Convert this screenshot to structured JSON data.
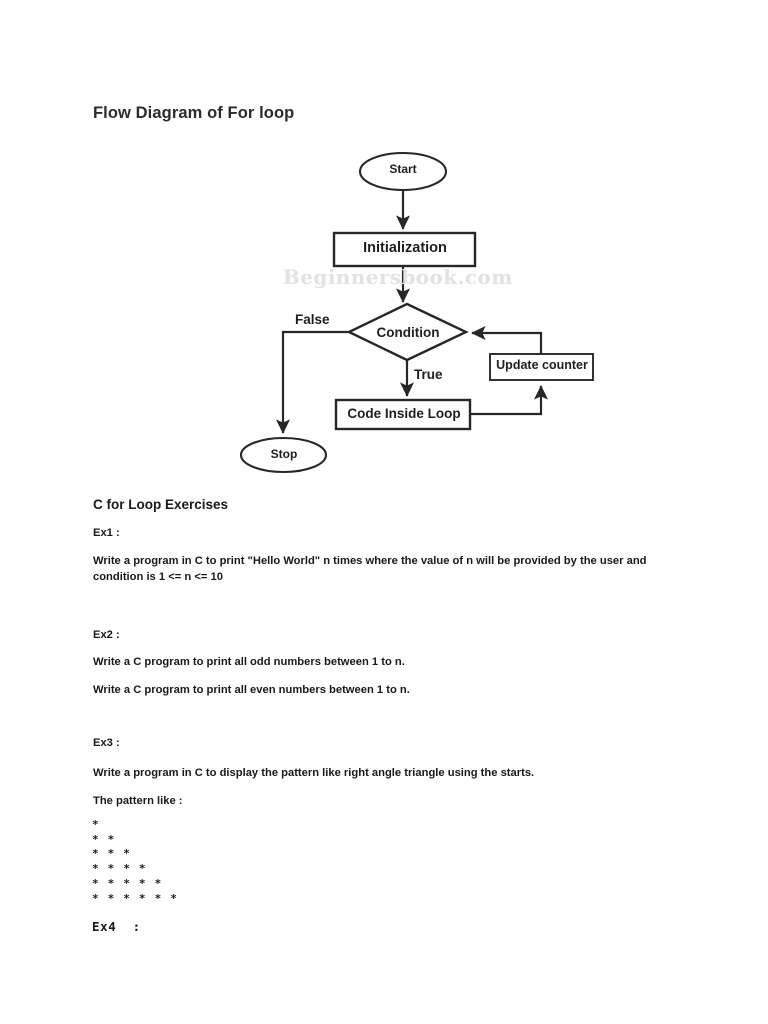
{
  "document": {
    "title": "Flow Diagram of For loop",
    "watermark": "Beginnersbook.com"
  },
  "flowchart": {
    "nodes": {
      "start": "Start",
      "initialization": "Initialization",
      "condition": "Condition",
      "code_inside_loop": "Code Inside Loop",
      "update_counter": "Update counter",
      "stop": "Stop"
    },
    "edge_labels": {
      "false": "False",
      "true": "True"
    }
  },
  "exercises": {
    "heading": "C for Loop Exercises",
    "items": [
      {
        "label": "Ex1 :",
        "lines": [
          "Write a program in C to print \"Hello World\" n times where the value of n will be provided by the user and condition is 1 <= n <= 10"
        ]
      },
      {
        "label": "Ex2 :",
        "lines": [
          "Write a C program to print all odd numbers between 1 to n.",
          "Write a C program to print all even numbers between 1 to n."
        ]
      },
      {
        "label": "Ex3 :",
        "lines": [
          " Write a program in C to display the pattern like right angle triangle using the starts.",
          "The pattern like :"
        ]
      }
    ],
    "pattern": "*\n* *\n* * *\n* * * *\n* * * * *\n* * * * * *",
    "ex4_label": "Ex4  :"
  }
}
